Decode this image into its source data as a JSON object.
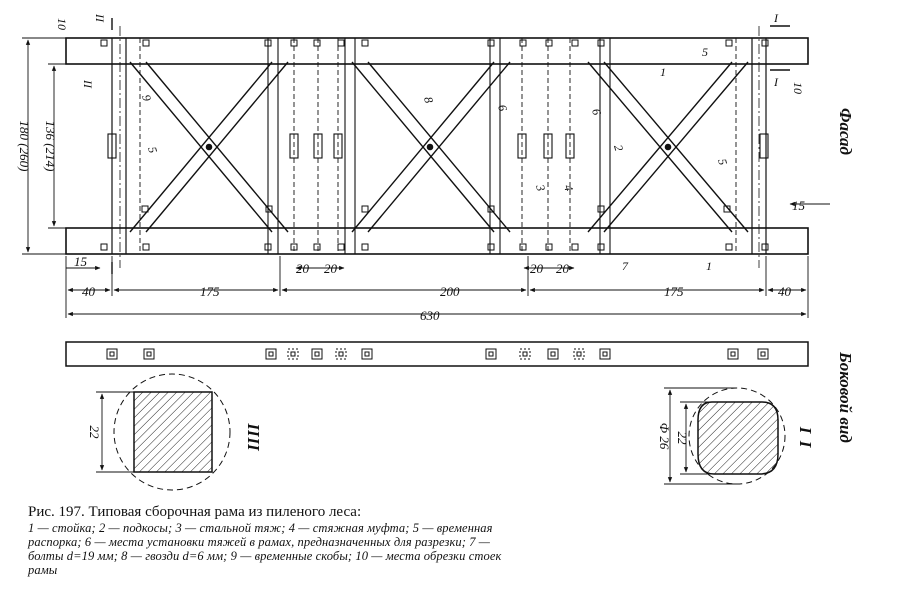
{
  "views": {
    "front": "Фасад",
    "side": "Боковой вид"
  },
  "sections": {
    "left": "II",
    "right": "I"
  },
  "dimensions": {
    "overall_height": "180 (260)",
    "inner_height": "136 (214)",
    "total_length": "630",
    "span_left": "175",
    "span_middle": "200",
    "span_right": "175",
    "end_left": "40",
    "end_right": "40",
    "offset_left": "15",
    "offset_right": "15",
    "gap_a": "20",
    "gap_b": "20",
    "gap_c": "20",
    "gap_d": "20",
    "section_size_left": "22",
    "section_size_right": "22",
    "section_diameter": "Ф 26"
  },
  "callouts": {
    "n1": "1",
    "n2": "2",
    "n3": "3",
    "n4": "4",
    "n5": "5",
    "n6": "6",
    "n7": "7",
    "n8": "8",
    "n9": "9",
    "n10": "10"
  },
  "caption": {
    "title": "Рис. 197. Типовая сборочная рама из пиленого леса:",
    "legend": "1 — стойка; 2 — подкосы; 3 — стальной тяж; 4 — стяжная муфта; 5 — временная распорка; 6 — места установки тяжей в рамах, предназначенных для разрезки; 7 — болты d=19 мм; 8 — гвозди d=6 мм; 9 — временные скобы; 10 — места обрезки стоек рамы"
  }
}
